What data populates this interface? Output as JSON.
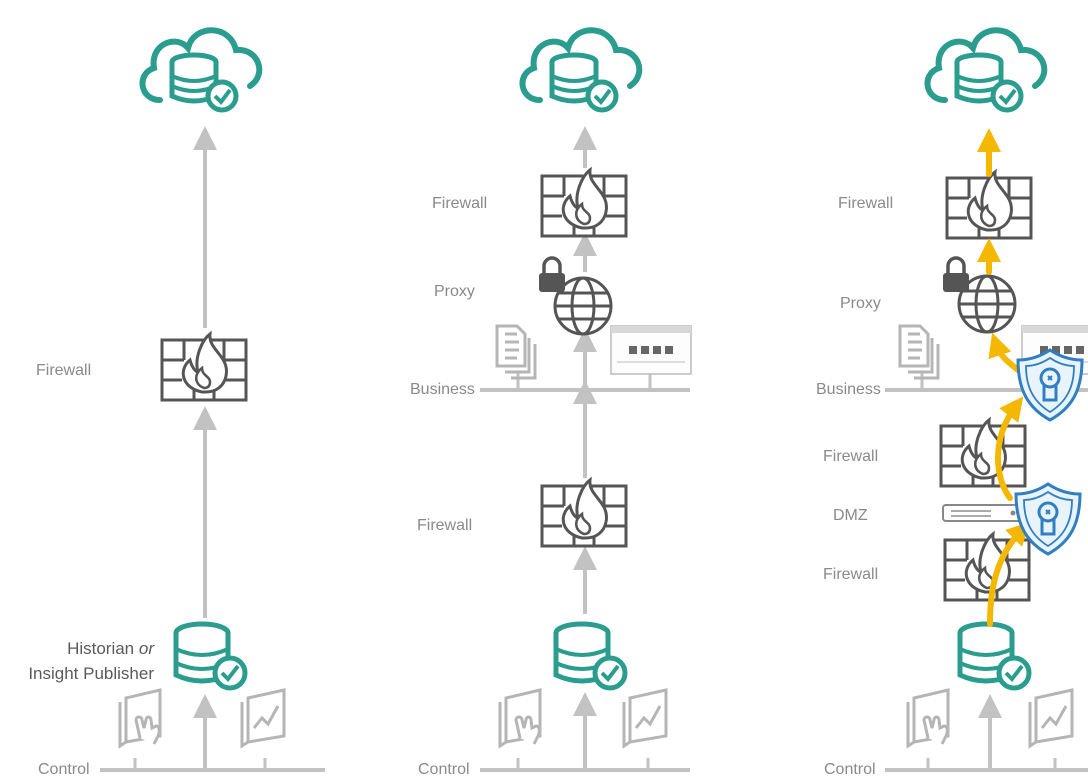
{
  "labels": {
    "firewall": "Firewall",
    "proxy": "Proxy",
    "business": "Business",
    "dmz": "DMZ",
    "control": "Control",
    "historian_line1_a": "Historian ",
    "historian_line1_or": "or",
    "historian_line2": "Insight Publisher"
  },
  "colors": {
    "teal": "#2a9d8f",
    "gray_line": "#c2c2c2",
    "icon_dark": "#555555",
    "icon_light": "#b5b5b5",
    "flow_arrow": "#f5b800",
    "shield": "#2f7fc1"
  },
  "icons": [
    "cloud-database-icon",
    "firewall-icon",
    "globe-icon",
    "padlock-icon",
    "documents-icon",
    "dashboard-screen-icon",
    "database-icon",
    "touch-screen-icon",
    "trend-chart-icon",
    "server-rack-icon",
    "shield-icon"
  ]
}
